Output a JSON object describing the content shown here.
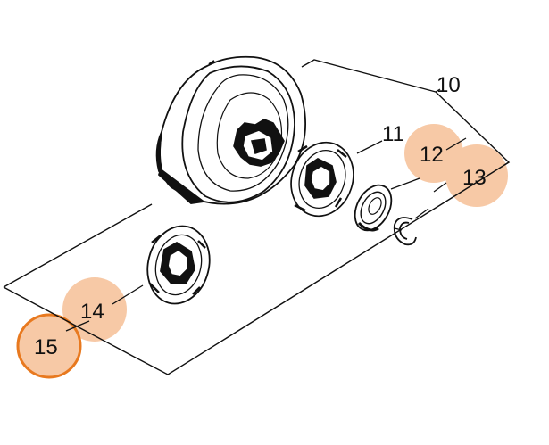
{
  "diagram": {
    "callouts": [
      {
        "id": "10",
        "label": "10",
        "highlight": "none"
      },
      {
        "id": "11",
        "label": "11",
        "highlight": "none"
      },
      {
        "id": "12",
        "label": "12",
        "highlight": "soft"
      },
      {
        "id": "13",
        "label": "13",
        "highlight": "soft"
      },
      {
        "id": "14",
        "label": "14",
        "highlight": "soft"
      },
      {
        "id": "15",
        "label": "15",
        "highlight": "selected"
      }
    ],
    "colors": {
      "line": "#111111",
      "highlight_soft": "#f7c9a6",
      "highlight_selected_fill": "#f7c9a6",
      "highlight_selected_ring": "#e8791f"
    }
  }
}
